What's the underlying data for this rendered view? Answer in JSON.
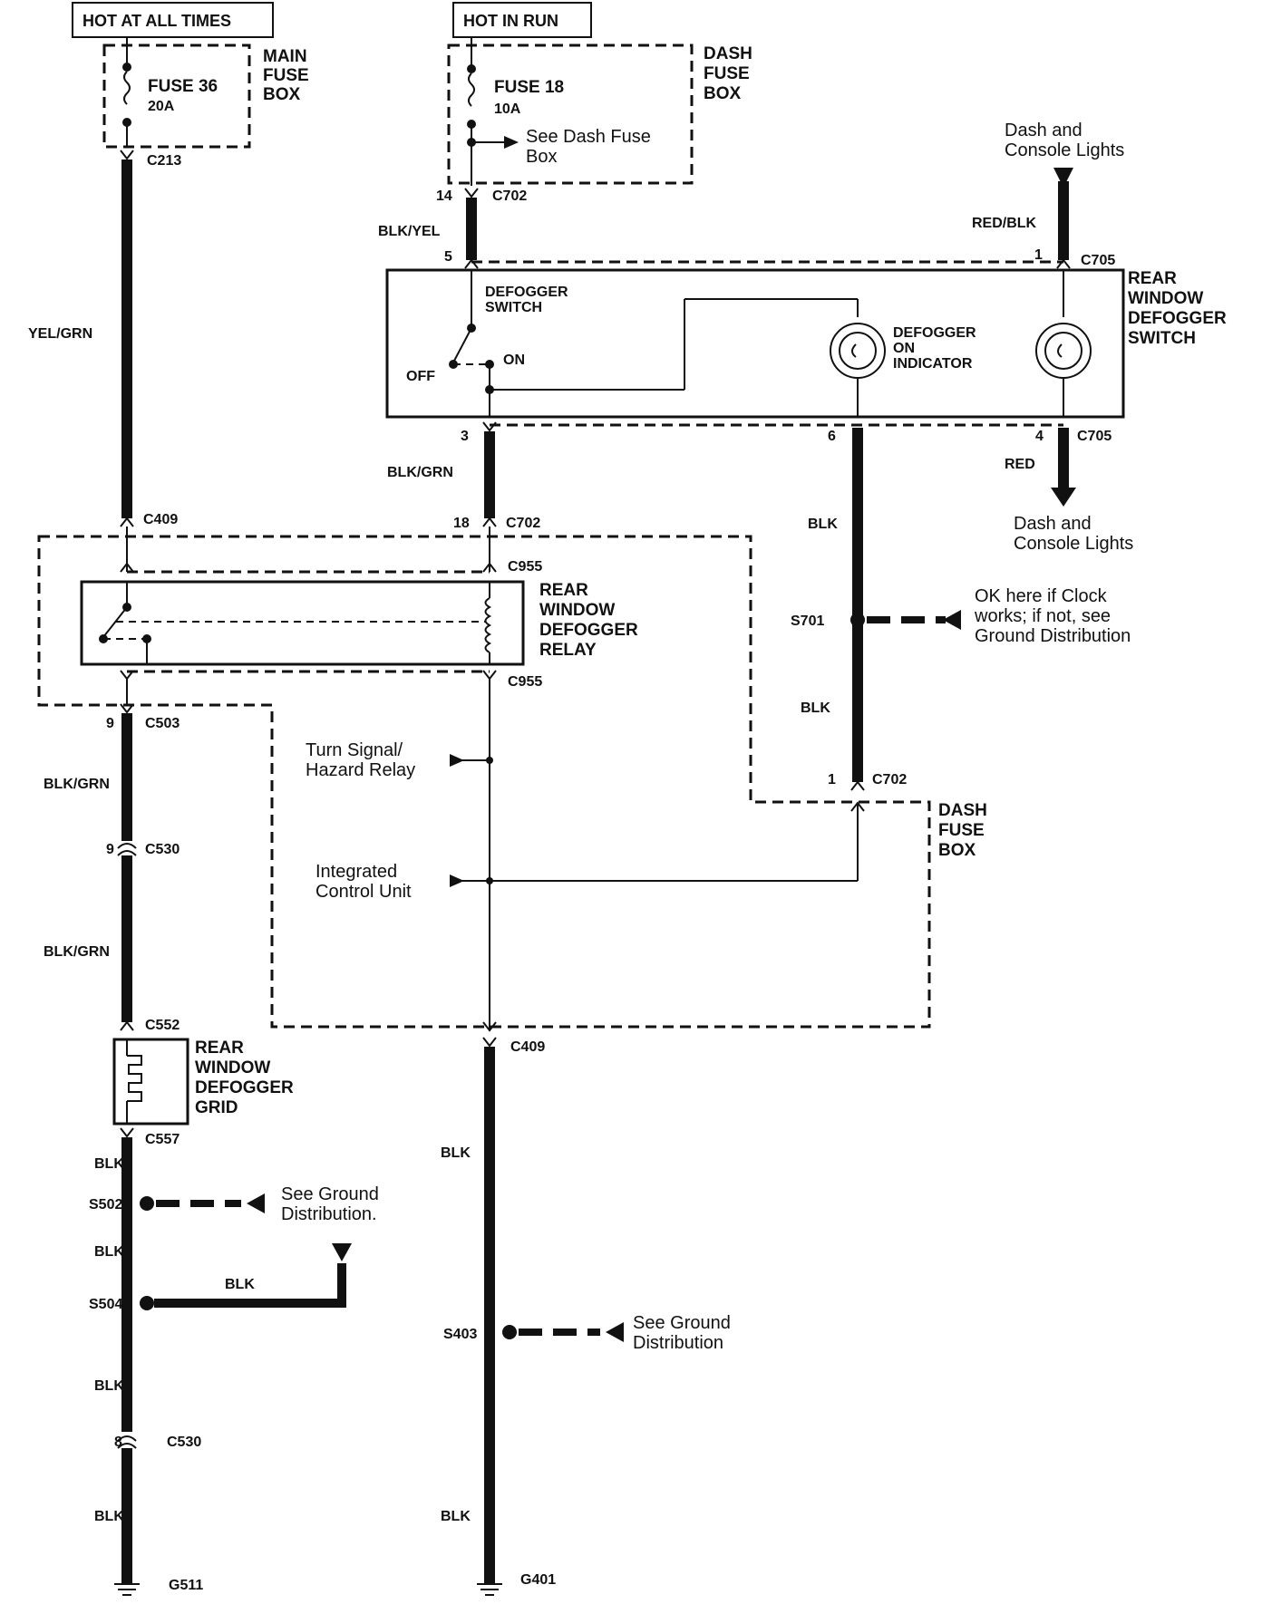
{
  "headers": {
    "hot_always": "HOT AT ALL TIMES",
    "hot_run": "HOT IN RUN"
  },
  "main_fuse_box": {
    "label": [
      "MAIN",
      "FUSE",
      "BOX"
    ],
    "fuse": "FUSE 36",
    "rating": "20A"
  },
  "dash_fuse_box_top": {
    "label": [
      "DASH",
      "FUSE",
      "BOX"
    ],
    "fuse": "FUSE 18",
    "rating": "10A",
    "note": [
      "See Dash Fuse",
      "Box"
    ]
  },
  "dash_fuse_box_mid": {
    "label": [
      "DASH",
      "FUSE",
      "BOX"
    ]
  },
  "connectors": {
    "c213": "C213",
    "c702_top": "C702",
    "c702_top_pin": "14",
    "c705_top": "C705",
    "c705_top_pin": "1",
    "sw_pin5": "5",
    "sw_pin3": "3",
    "sw_pin6": "6",
    "c705_bot": "C705",
    "c705_bot_pin": "4",
    "c409_top": "C409",
    "c702_mid": "C702",
    "c702_mid_pin": "18",
    "c955_top": "C955",
    "c955_bot": "C955",
    "c503": "C503",
    "c503_pin": "9",
    "c530_top": "C530",
    "c530_top_pin": "9",
    "c552": "C552",
    "c557": "C557",
    "c702_low": "C702",
    "c702_low_pin": "1",
    "c409_bot": "C409",
    "c530_bot": "C530",
    "c530_bot_pin": "8",
    "s502": "S502",
    "s504": "S504",
    "s403": "S403",
    "s701": "S701",
    "g511": "G511",
    "g401": "G401"
  },
  "wires": {
    "yel_grn": "YEL/GRN",
    "blk_yel": "BLK/YEL",
    "red_blk": "RED/BLK",
    "blk_grn_top": "BLK/GRN",
    "red": "RED",
    "blk_s701_top": "BLK",
    "blk_s701_bot": "BLK",
    "blk_grn_1": "BLK/GRN",
    "blk_grn_2": "BLK/GRN",
    "blk_1": "BLK",
    "blk_2": "BLK",
    "blk_3": "BLK",
    "blk_4": "BLK",
    "blk_s504": "BLK",
    "blk_mid_1": "BLK",
    "blk_mid_2": "BLK"
  },
  "switch": {
    "title": [
      "REAR",
      "WINDOW",
      "DEFOGGER",
      "SWITCH"
    ],
    "defogger_switch": [
      "DEFOGGER",
      "SWITCH"
    ],
    "off": "OFF",
    "on": "ON",
    "indicator": [
      "DEFOGGER",
      "ON",
      "INDICATOR"
    ]
  },
  "relay": {
    "title": [
      "REAR",
      "WINDOW",
      "DEFOGGER",
      "RELAY"
    ]
  },
  "grid": {
    "title": [
      "REAR",
      "WINDOW",
      "DEFOGGER",
      "GRID"
    ]
  },
  "notes": {
    "dash_console_top": [
      "Dash and",
      "Console Lights"
    ],
    "dash_console_bot": [
      "Dash and",
      "Console Lights"
    ],
    "clock": [
      "OK here if Clock",
      "works; if not, see",
      "Ground Distribution"
    ],
    "turn_signal": [
      "Turn Signal/",
      "Hazard Relay"
    ],
    "icu": [
      "Integrated",
      "Control Unit"
    ],
    "ground_s502": [
      "See Ground",
      "Distribution."
    ],
    "ground_s403": [
      "See Ground",
      "Distribution"
    ]
  }
}
